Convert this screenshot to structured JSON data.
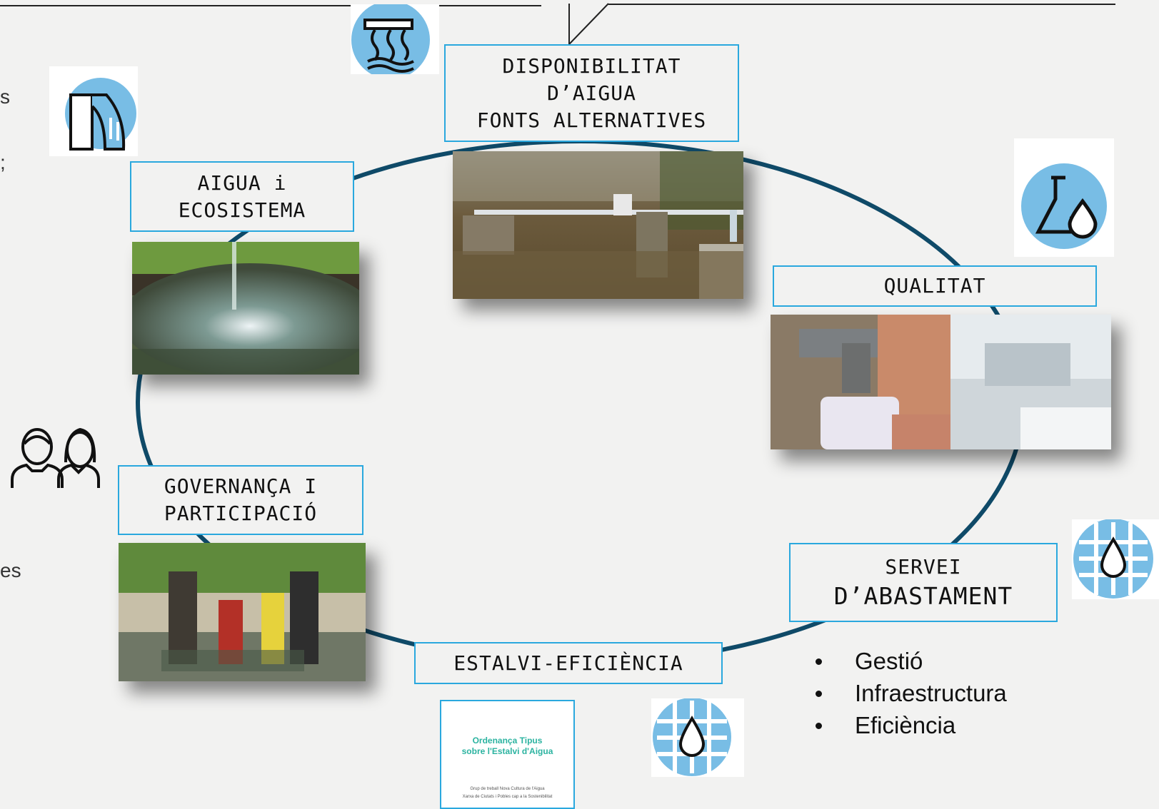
{
  "labels": {
    "disponibilitat": [
      "DISPONIBILITAT",
      "D’AIGUA",
      "FONTS ALTERNATIVES"
    ],
    "ecosistema": [
      "AIGUA i",
      "ECOSISTEMA"
    ],
    "qualitat": [
      "QUALITAT"
    ],
    "governanca": [
      "GOVERNANÇA I",
      "PARTICIPACIÓ"
    ],
    "servei": [
      "SERVEI",
      "D’ABASTAMENT"
    ],
    "estalvi": [
      "ESTALVI-EFICIÈNCIA"
    ]
  },
  "bullets": [
    "Gestió",
    "Infraestructura",
    "Eficiència"
  ],
  "left_edge_fragments": [
    "s",
    ";",
    "es"
  ],
  "document": {
    "title_line1": "Ordenança Tipus",
    "title_line2": "sobre l'Estalvi d'Aigua",
    "sub_line1": "Grup de treball Nova Cultura de l'Aigua",
    "sub_line2": "Xarxa de Ciutats i Pobles cap a la Sostenibilitat"
  },
  "icons": {
    "outfall": "water-outfall-icon",
    "pipe": "pipe-discharge-icon",
    "flask": "flask-drop-icon",
    "grid_drop_right": "grid-drop-icon",
    "grid_drop_bottom": "grid-drop-icon",
    "people": "people-icon"
  },
  "colors": {
    "ring": "#0f4a68",
    "box_border": "#2aa8de",
    "icon_fill": "#78bde5",
    "background": "#f2f2f1"
  }
}
